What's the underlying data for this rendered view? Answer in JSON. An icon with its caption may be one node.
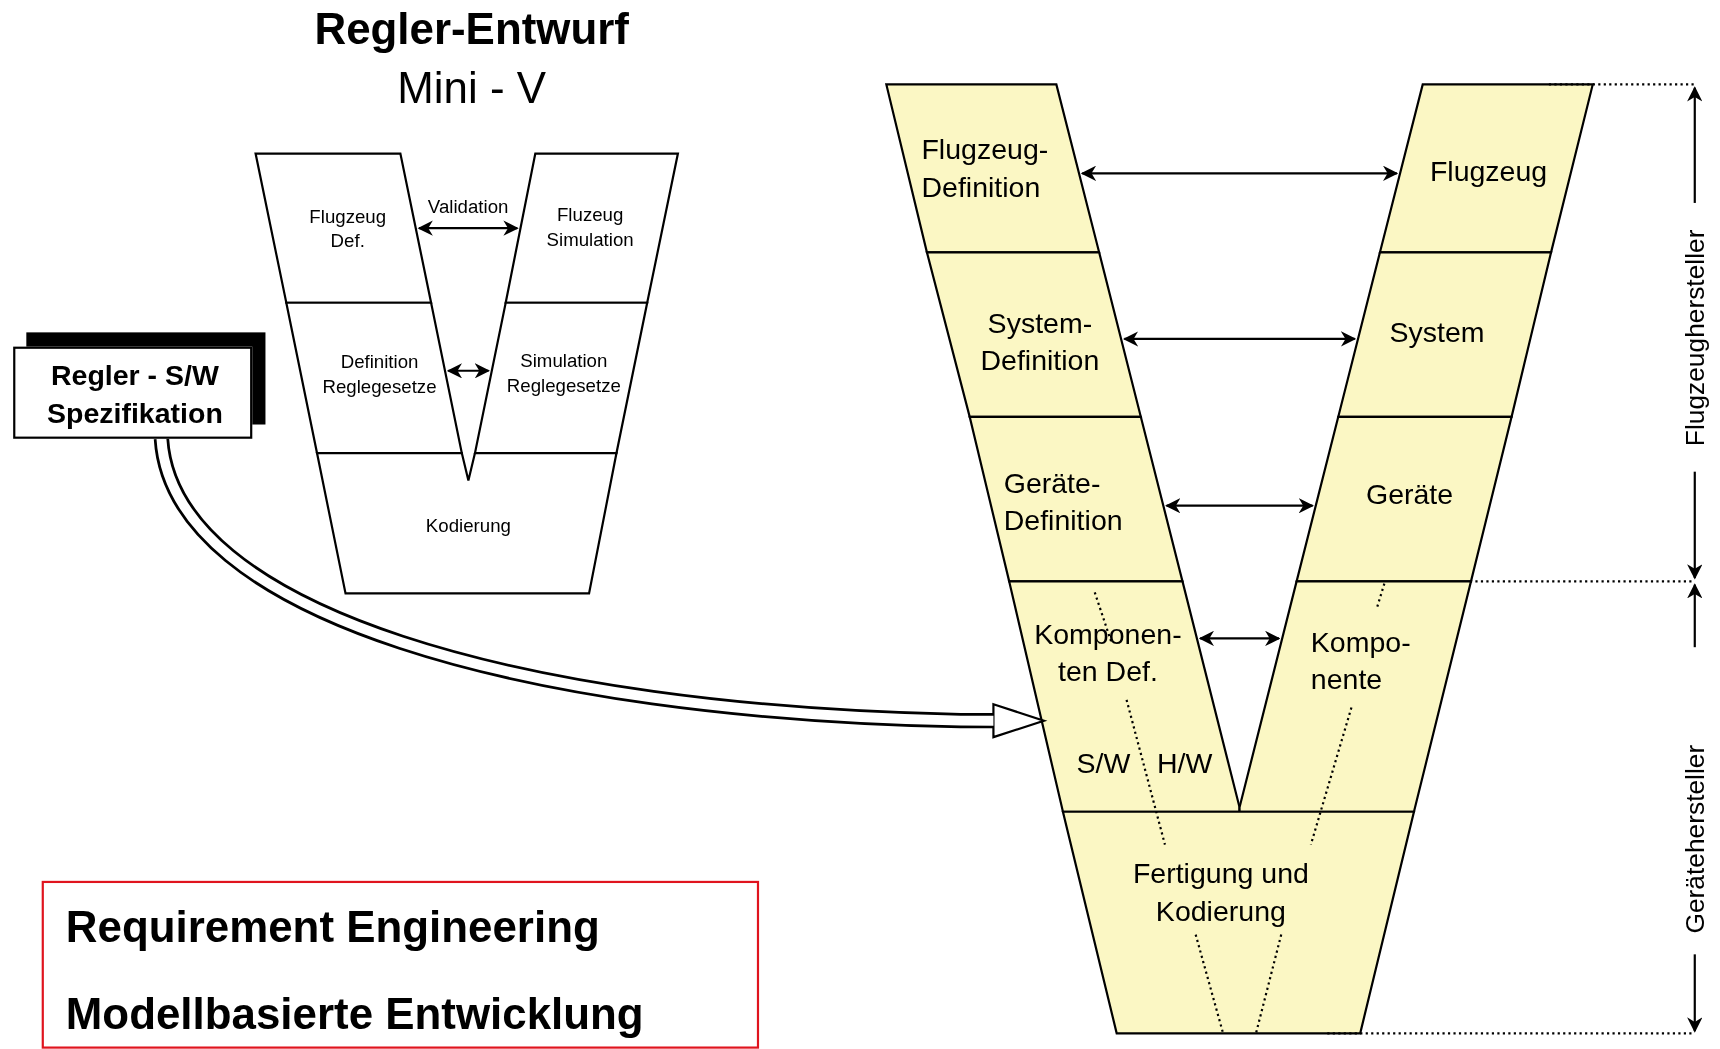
{
  "diagram": {
    "title": "Regler-Entwurf",
    "nodes": [
      {
        "text": [
          "Flugzeug Def."
        ]
      },
      {
        "text": [
          "Fluzeug Simulation"
        ]
      },
      {
        "text": [
          "Definition Reglegesetze"
        ]
      },
      {
        "text": [
          "Simulation Reglegesetze"
        ]
      },
      {
        "text": [
          "Kodierung"
        ]
      },
      {
        "text": [
          "Regler - S/W Spezifikation"
        ]
      },
      {
        "text": [
          "Flugzeug- Definition"
        ]
      },
      {
        "text": [
          "Flugzeug"
        ]
      },
      {
        "text": [
          "System- Definition"
        ]
      },
      {
        "text": [
          "System"
        ]
      },
      {
        "text": [
          "Geräte- Definition"
        ]
      },
      {
        "text": [
          "Geräte"
        ]
      },
      {
        "text": [
          "Komponen- ten Def."
        ]
      },
      {
        "text": [
          "Kompo- nente"
        ]
      },
      {
        "text": [
          "Fertigung und Kodierung"
        ]
      },
      {
        "text": [
          "Requirement Engineering",
          "Modellbasierte Entwicklung"
        ]
      }
    ],
    "edges": [
      {
        "from": 0,
        "to": 1,
        "arrow": "both",
        "label": "Validation"
      },
      {
        "from": 2,
        "to": 3,
        "arrow": "both"
      },
      {
        "from": 5,
        "to": 12,
        "arrow": "to",
        "style": "thick"
      },
      {
        "from": 6,
        "to": 7,
        "arrow": "both"
      },
      {
        "from": 8,
        "to": 9,
        "arrow": "both"
      },
      {
        "from": 10,
        "to": 11,
        "arrow": "both"
      },
      {
        "from": 12,
        "to": 13,
        "arrow": "both"
      }
    ],
    "labels": [
      "Mini - V",
      "S/W",
      "H/W",
      "Flugzeughersteller",
      "Gerätehersteller"
    ]
  }
}
